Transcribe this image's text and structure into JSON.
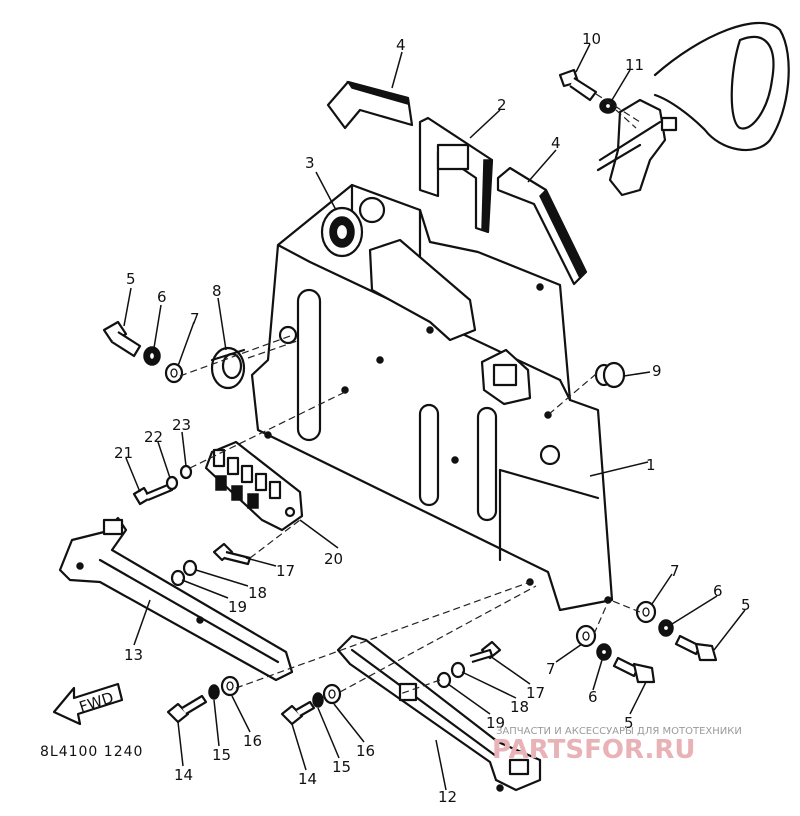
{
  "diagram": {
    "drawing_code": "8L4100 1240",
    "direction_label": "FWD",
    "callouts": [
      "1",
      "2",
      "3",
      "4",
      "4",
      "5",
      "5",
      "5",
      "6",
      "6",
      "6",
      "7",
      "7",
      "7",
      "8",
      "9",
      "10",
      "11",
      "12",
      "13",
      "14",
      "14",
      "15",
      "15",
      "16",
      "16",
      "17",
      "17",
      "18",
      "18",
      "19",
      "19",
      "20",
      "21",
      "22",
      "23"
    ]
  },
  "watermark": {
    "caption": "ЗАПЧАСТИ И АКСЕССУАРЫ ДЛЯ МОТОТЕХНИКИ",
    "brand": "PARTSFOR.RU",
    "brand_color": "#e8b2b6"
  }
}
